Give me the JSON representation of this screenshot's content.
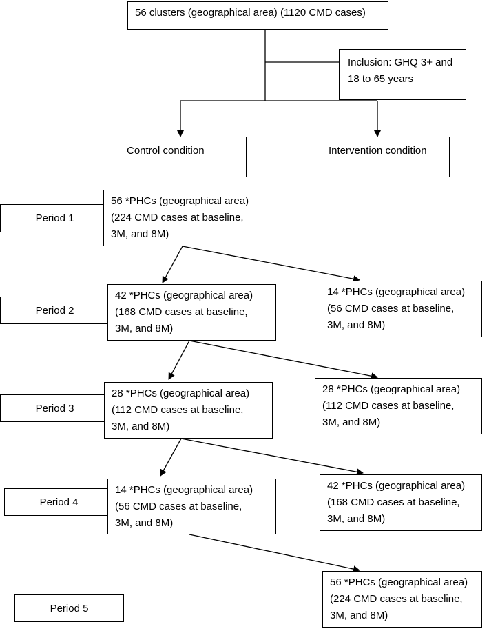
{
  "top": {
    "clusters": "56 clusters (geographical area) (1120 CMD cases)",
    "inclusion": [
      "Inclusion: GHQ 3+ and",
      "18 to 65 years"
    ]
  },
  "conditions": {
    "control": "Control condition",
    "intervention": "Intervention condition"
  },
  "periods": [
    "Period 1",
    "Period 2",
    "Period 3",
    "Period 4",
    "Period 5"
  ],
  "control_boxes": [
    [
      "56 *PHCs (geographical area)",
      "(224 CMD cases at baseline,",
      "3M, and 8M)"
    ],
    [
      "42 *PHCs (geographical area)",
      "(168 CMD cases at baseline,",
      "3M, and 8M)"
    ],
    [
      "28 *PHCs (geographical area)",
      "(112 CMD cases at baseline,",
      "3M, and 8M)"
    ],
    [
      "14 *PHCs (geographical area)",
      "(56 CMD cases at baseline,",
      "3M, and 8M)"
    ]
  ],
  "intervention_boxes": [
    [
      "14 *PHCs (geographical area)",
      "(56 CMD cases at baseline,",
      "3M, and 8M)"
    ],
    [
      "28 *PHCs (geographical area)",
      "(112 CMD cases at baseline,",
      "3M, and 8M)"
    ],
    [
      "42 *PHCs (geographical area)",
      "(168 CMD cases at baseline,",
      "3M, and 8M)"
    ],
    [
      "56 *PHCs (geographical area)",
      "(224 CMD cases at baseline,",
      "3M, and 8M)"
    ]
  ]
}
